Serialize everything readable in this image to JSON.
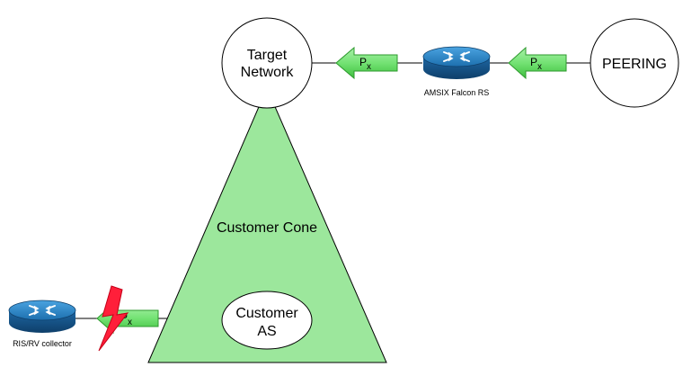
{
  "target_network": {
    "line1": "Target",
    "line2": "Network"
  },
  "peering": {
    "label": "PEERING"
  },
  "customer_cone": {
    "label": "Customer Cone"
  },
  "customer_as": {
    "line1": "Customer",
    "line2": "AS"
  },
  "amsix_router": {
    "label": "AMSIX Falcon RS"
  },
  "ris_router": {
    "label": "RIS/RV collector"
  },
  "prefix": {
    "main": "P",
    "sub": "x"
  },
  "colors": {
    "cone_fill": "#9ce79c",
    "arrow_fill": "#73e273",
    "router_top": "#2f86c8",
    "router_side": "#16568c",
    "lightning": "#ff1f3a"
  }
}
